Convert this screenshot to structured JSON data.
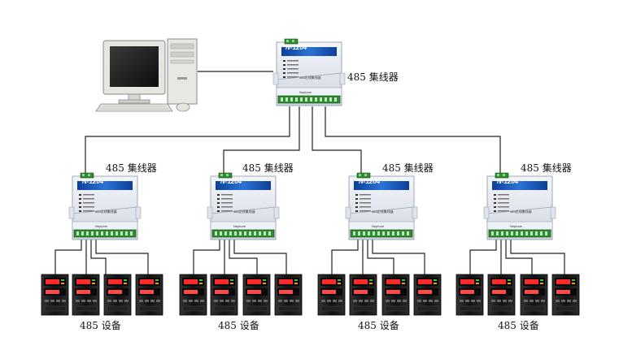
{
  "diagram": {
    "top_hub": {
      "model": "N-1204",
      "label": "485 集线器",
      "panel_text": "485总线集线器",
      "brand": "Neptune"
    },
    "hub_label": "485 集线器",
    "hub_model": "N-1204",
    "hub_panel_text": "485总线集线器",
    "hub_brand": "Neptune",
    "device_label": "485 设备",
    "groups": [
      {
        "hub_label": "485 集线器",
        "device_label": "485 设备",
        "devices": 4
      },
      {
        "hub_label": "485 集线器",
        "device_label": "485 设备",
        "devices": 4
      },
      {
        "hub_label": "485 集线器",
        "device_label": "485 设备",
        "devices": 4
      },
      {
        "hub_label": "485 集线器",
        "device_label": "485 设备",
        "devices": 4
      }
    ],
    "colors": {
      "line": "#222222",
      "hub_banner": "#1a5fbf",
      "hub_body": "#e8ecf2",
      "terminal": "#2e8b2e",
      "device_body": "#1a1a1a",
      "led_red": "#e02020"
    }
  }
}
